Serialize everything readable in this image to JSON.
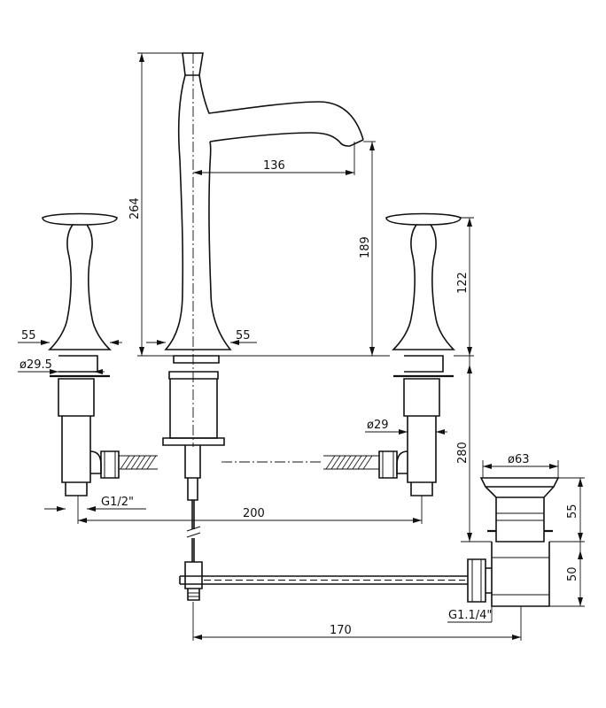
{
  "dimensions": {
    "d136": "136",
    "d264": "264",
    "d189": "189",
    "d122": "122",
    "d280": "280",
    "d55_left": "55",
    "d55_mid": "55",
    "d55_right": "55",
    "d50": "50",
    "d200": "200",
    "d170": "170"
  },
  "diameters": {
    "dia_29_5": "ø29.5",
    "dia_29": "ø29",
    "dia_63": "ø63"
  },
  "threads": {
    "g1_2": "G1/2\"",
    "g1_1_4": "G1.1/4\""
  }
}
